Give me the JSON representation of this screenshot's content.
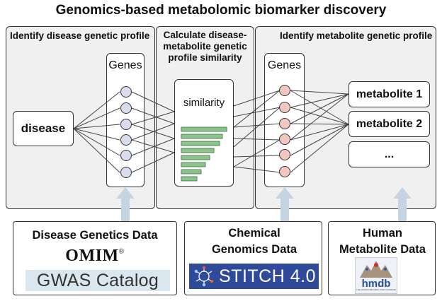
{
  "title": "Genomics-based metabolomic biomarker discovery",
  "panels": {
    "left": {
      "title": "Identify disease genetic profile",
      "disease_label": "disease",
      "genes_label": "Genes"
    },
    "middle": {
      "title": "Calculate disease-metabolite genetic profile similarity",
      "similarity_label": "similarity"
    },
    "right": {
      "title": "Identify metabolite genetic profile",
      "genes_label": "Genes",
      "metabolites": [
        "metabolite 1",
        "metabolite 2",
        "..."
      ]
    }
  },
  "sources": [
    {
      "title": "Disease Genetics Data",
      "logos": [
        "OMIM",
        "®",
        "GWAS Catalog"
      ]
    },
    {
      "title": "Chemical Genomics Data",
      "logos": [
        "STITCH 4.0"
      ]
    },
    {
      "title": "Human Metabolite Data",
      "logos": [
        "hmdb",
        "THE HUMAN METABOLOME DATABASE"
      ]
    }
  ],
  "colors": {
    "gene_left": "#d8dced",
    "gene_right": "#f2c7c0",
    "similarity_bars": "#8bc48a",
    "arrow": "#c5d4e2",
    "stitch_bg": "#2f4a9a"
  }
}
